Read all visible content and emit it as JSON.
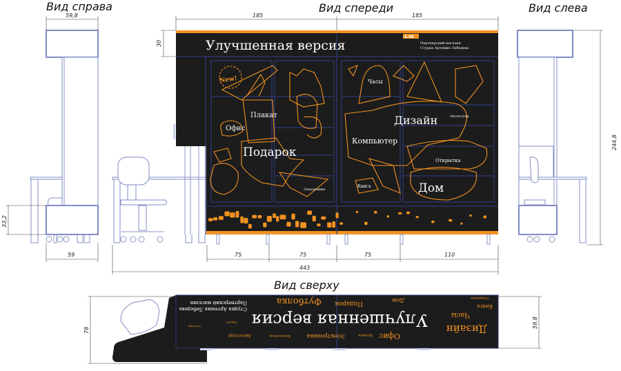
{
  "views": {
    "right": "Вид справа",
    "front": "Вид спереди",
    "left": "Вид слева",
    "top": "Вид сверху"
  },
  "dimensions": {
    "right_width": "59,8",
    "right_drawer_height": "33,2",
    "right_depth": "59",
    "front_top_height": "30",
    "front_left_width": "185",
    "front_right_width": "185",
    "total_height": "244,8",
    "seg1": "75",
    "seg2": "75",
    "seg3": "75",
    "seg4": "110",
    "total_width": "443",
    "top_depth": "78",
    "top_width": "59,8"
  },
  "front_panel": {
    "headline": "Улучшенная версия",
    "logo": "А.ЛБ",
    "store_line1": "Партнерский магазин",
    "store_line2": "Студия Артемия Лебедева",
    "badge": "New!",
    "labels": {
      "poster": "Плакат",
      "office": "Офис",
      "gift": "Подарок",
      "electronics": "Электроника",
      "clock": "Часы",
      "design": "Дизайн",
      "accessory": "Аксессуар",
      "computer": "Компьютер",
      "postcard": "Открытка",
      "book": "Книга",
      "home": "Дом"
    }
  },
  "top_panel": {
    "headline": "Улучшенная версия",
    "store_line1": "Партнерский магазин",
    "store_line2": "Студия Артемия Лебедева",
    "words": {
      "electronics": "Электроника",
      "calculator": "Калькулятор",
      "accessory": "Аксессуар",
      "stapler": "Степлер",
      "scotch": "Скотч",
      "mug": "Кружка",
      "office": "Офис",
      "design": "Дизайн",
      "clock": "Часы",
      "book": "Книга",
      "postcard": "Открытка",
      "home": "Дом",
      "gift": "Подарок",
      "tshirt": "Футболка"
    }
  },
  "colors": {
    "accent": "#f39221",
    "panel": "#1c1c1c",
    "line": "#8a96c8"
  }
}
